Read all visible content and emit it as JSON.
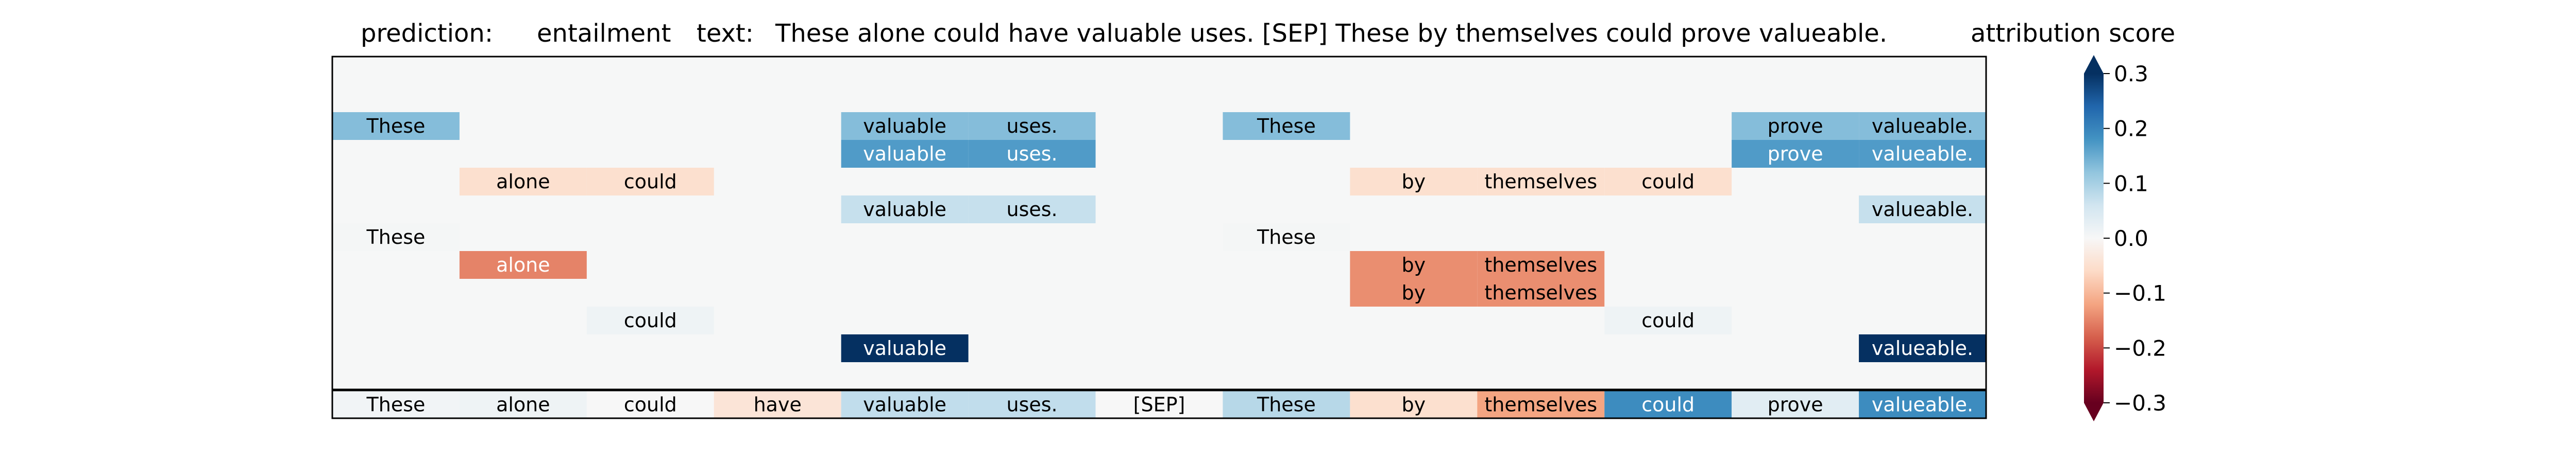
{
  "header": {
    "prediction_label": "prediction:",
    "prediction_value": "entailment",
    "text_label": "text:",
    "text_value": "These alone could have valuable uses. [SEP] These by themselves could prove valueable."
  },
  "chart_data": {
    "type": "heatmap",
    "tokens": [
      "These",
      "alone",
      "could",
      "have",
      "valuable",
      "uses.",
      "[SEP]",
      "These",
      "by",
      "themselves",
      "could",
      "prove",
      "valueable."
    ],
    "rows": [
      [
        null,
        null,
        null,
        null,
        null,
        null,
        null,
        null,
        null,
        null,
        null,
        null,
        null
      ],
      [
        null,
        null,
        null,
        null,
        null,
        null,
        null,
        null,
        null,
        null,
        null,
        null,
        null
      ],
      [
        0.13,
        null,
        null,
        null,
        0.13,
        0.13,
        null,
        0.13,
        null,
        null,
        null,
        0.13,
        0.13
      ],
      [
        null,
        null,
        null,
        null,
        0.17,
        0.17,
        null,
        null,
        null,
        null,
        null,
        0.17,
        0.17
      ],
      [
        null,
        -0.05,
        -0.05,
        null,
        null,
        null,
        null,
        null,
        -0.05,
        -0.05,
        -0.05,
        null,
        null
      ],
      [
        null,
        null,
        null,
        null,
        0.07,
        0.07,
        null,
        null,
        null,
        null,
        null,
        null,
        0.07
      ],
      [
        0.005,
        null,
        null,
        null,
        null,
        null,
        null,
        0.005,
        null,
        null,
        null,
        null,
        null
      ],
      [
        null,
        -0.15,
        null,
        null,
        null,
        null,
        null,
        null,
        -0.14,
        -0.14,
        null,
        null,
        null
      ],
      [
        null,
        null,
        null,
        null,
        null,
        null,
        null,
        null,
        -0.14,
        -0.14,
        null,
        null,
        null
      ],
      [
        null,
        null,
        0.015,
        null,
        null,
        null,
        null,
        null,
        null,
        null,
        0.015,
        null,
        null
      ],
      [
        null,
        null,
        null,
        null,
        0.3,
        null,
        null,
        null,
        null,
        null,
        null,
        null,
        0.3
      ]
    ],
    "summary_row": [
      0.01,
      0.015,
      0.0,
      -0.04,
      0.075,
      0.075,
      0.0,
      0.085,
      -0.05,
      -0.12,
      0.19,
      0.035,
      0.19
    ],
    "colorbar": {
      "title": "attribution score",
      "range": [
        -0.3,
        0.3
      ],
      "ticks": [
        0.3,
        0.2,
        0.1,
        0.0,
        -0.1,
        -0.2,
        -0.3
      ],
      "tick_labels": [
        "0.3",
        "0.2",
        "0.1",
        "0.0",
        "−0.1",
        "−0.2",
        "−0.3"
      ],
      "colormap": "RdBu",
      "extend": "both"
    },
    "colors": {
      "background": "#f6f7f7",
      "frame": "#000000"
    }
  }
}
